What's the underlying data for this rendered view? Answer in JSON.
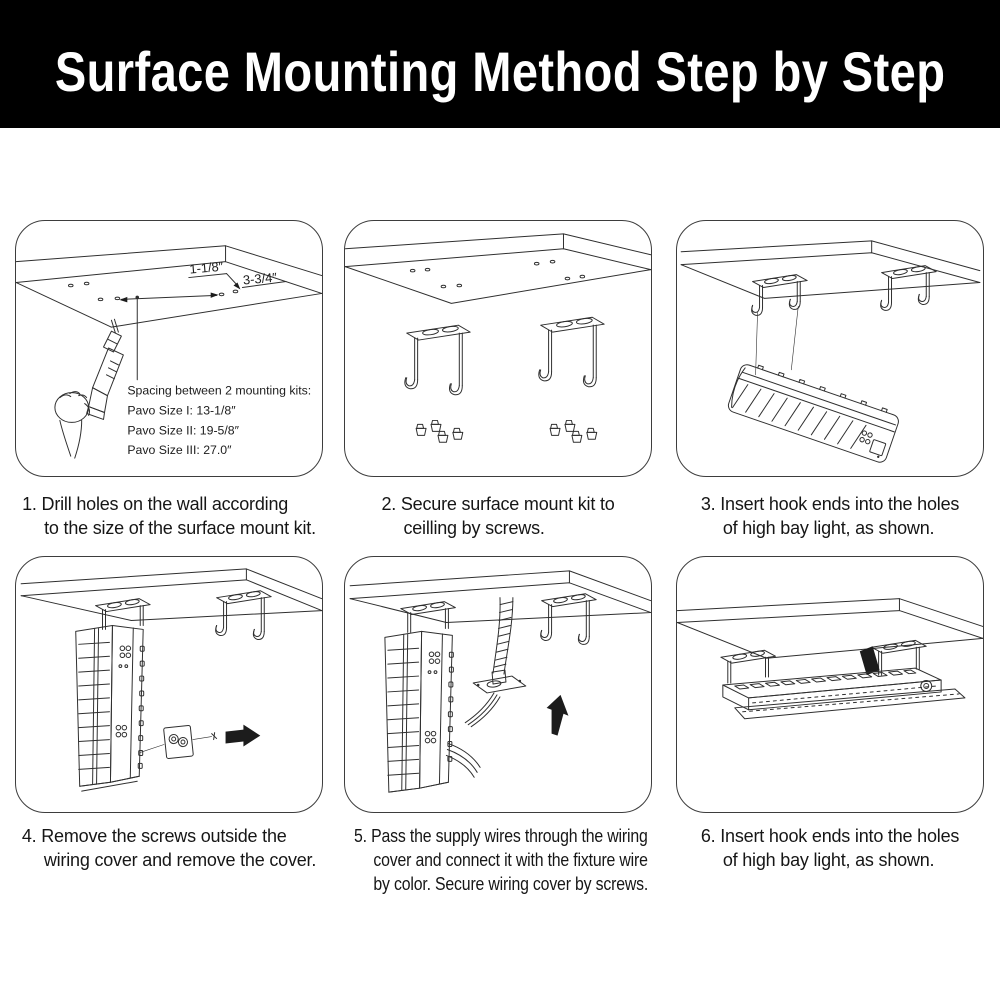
{
  "title": "Surface Mounting Method Step by Step",
  "colors": {
    "header_bg": "#000000",
    "header_text": "#ffffff",
    "line_art": "#2f2f2f",
    "caption_text": "#161616",
    "panel_border": "#3d3d3d",
    "page_bg": "#ffffff"
  },
  "steps": [
    {
      "number": "1",
      "caption_lines": [
        "1. Drill holes on the wall according",
        "to the size of the surface mount kit."
      ],
      "annotations": {
        "dim_small": "1-1/8″",
        "dim_large": "3-3/4″",
        "spacing_lines": [
          "Spacing between 2 mounting kits:",
          "Pavo Size I: 13-1/8″",
          "Pavo Size II: 19-5/8″",
          "Pavo Size III: 27.0″"
        ]
      }
    },
    {
      "number": "2",
      "caption_lines": [
        "2. Secure surface mount kit to",
        "ceilling by screws."
      ]
    },
    {
      "number": "3",
      "caption_lines": [
        "3. Insert hook ends into the holes",
        "of high bay light, as shown."
      ]
    },
    {
      "number": "4",
      "caption_lines": [
        "4. Remove the screws outside the",
        "wiring cover and remove the cover."
      ]
    },
    {
      "number": "5",
      "caption_lines": [
        "5. Pass the supply wires through the wiring",
        "cover and connect it with the fixture wire",
        "by color. Secure wiring cover by screws."
      ]
    },
    {
      "number": "6",
      "caption_lines": [
        "6. Insert hook ends into the holes",
        "of high bay light, as shown."
      ]
    }
  ]
}
